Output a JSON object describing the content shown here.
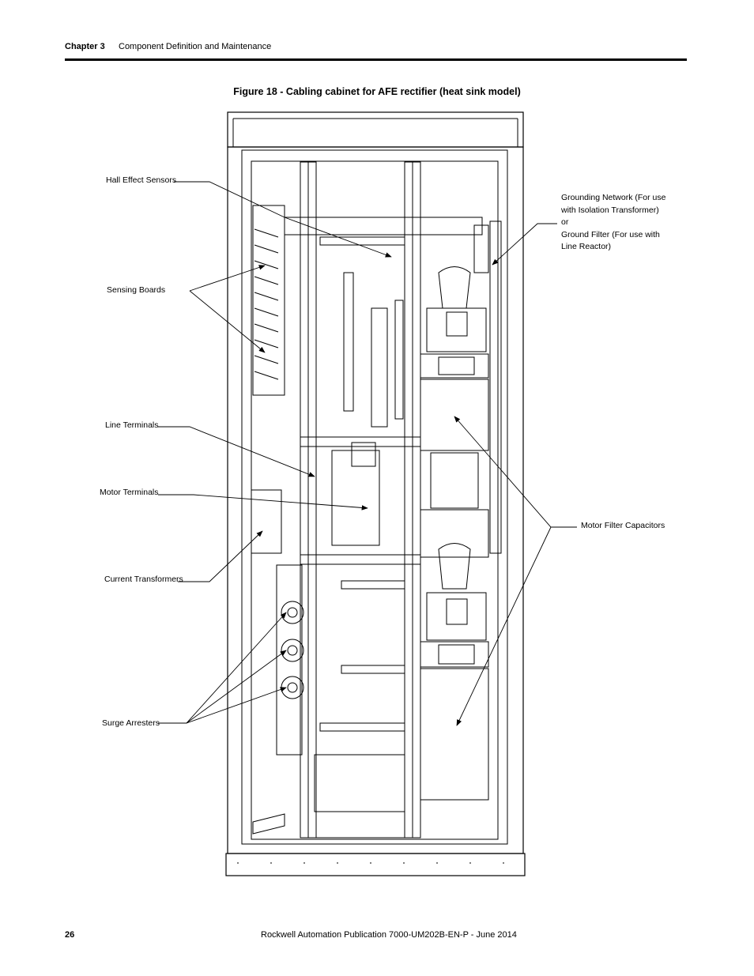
{
  "header": {
    "chapter": "Chapter 3",
    "title": "Component Definition and Maintenance"
  },
  "figure": {
    "caption": "Figure 18 - Cabling cabinet for AFE rectifier (heat sink model)",
    "callouts": {
      "hall_effect_sensors": "Hall Effect Sensors",
      "sensing_boards": "Sensing Boards",
      "line_terminals": "Line Terminals",
      "motor_terminals": "Motor Terminals",
      "current_transformers": "Current Transformers",
      "surge_arresters": "Surge Arresters",
      "grounding_network_lines": [
        "Grounding Network (For use",
        "with Isolation Transformer)",
        "or",
        "Ground Filter (For use with",
        "Line Reactor)"
      ],
      "motor_filter_capacitors": "Motor Filter Capacitors"
    }
  },
  "footer": {
    "page_number": "26",
    "publication": "Rockwell Automation Publication 7000-UM202B-EN-P - June 2014"
  }
}
